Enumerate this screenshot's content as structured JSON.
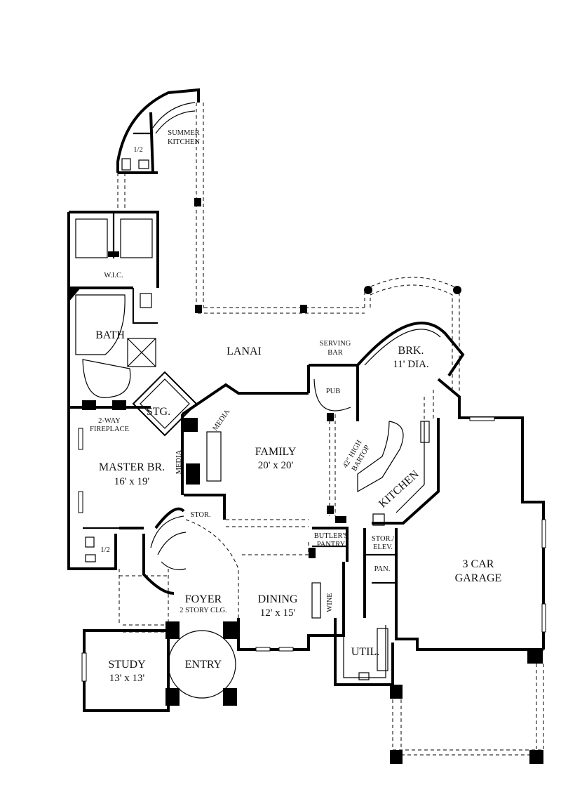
{
  "rooms": {
    "summer_kitchen": [
      "SUMMER",
      "KITCHEN"
    ],
    "half_bath_top": "1/2",
    "wic": "W.I.C.",
    "bath": "BATH",
    "lanai": "LANAI",
    "serving_bar": [
      "SERVING",
      "BAR"
    ],
    "pub": "PUB",
    "brk": [
      "BRK.",
      "11' DIA."
    ],
    "stg": "STG.",
    "fireplace": [
      "2-WAY",
      "FIREPLACE"
    ],
    "media_family": "MEDIA",
    "media_master": "MEDIA",
    "family": [
      "FAMILY",
      "20' x 20'"
    ],
    "bartop": [
      "42\" HIGH",
      "BARTOP"
    ],
    "kitchen": "KITCHEN",
    "master": [
      "MASTER BR.",
      "16' x 19'"
    ],
    "stor": "STOR.",
    "butlers_pantry": [
      "BUTLER'S",
      "PANTRY"
    ],
    "stor_elev": [
      "STOR./",
      "ELEV."
    ],
    "pan": "PAN.",
    "half_bath_master": "1/2",
    "garage": [
      "3 CAR",
      "GARAGE"
    ],
    "foyer": [
      "FOYER",
      "2 STORY CLG."
    ],
    "dining": [
      "DINING",
      "12' x 15'"
    ],
    "wine": "WINE",
    "util": "UTIL.",
    "study": [
      "STUDY",
      "13' x 13'"
    ],
    "entry": "ENTRY"
  }
}
